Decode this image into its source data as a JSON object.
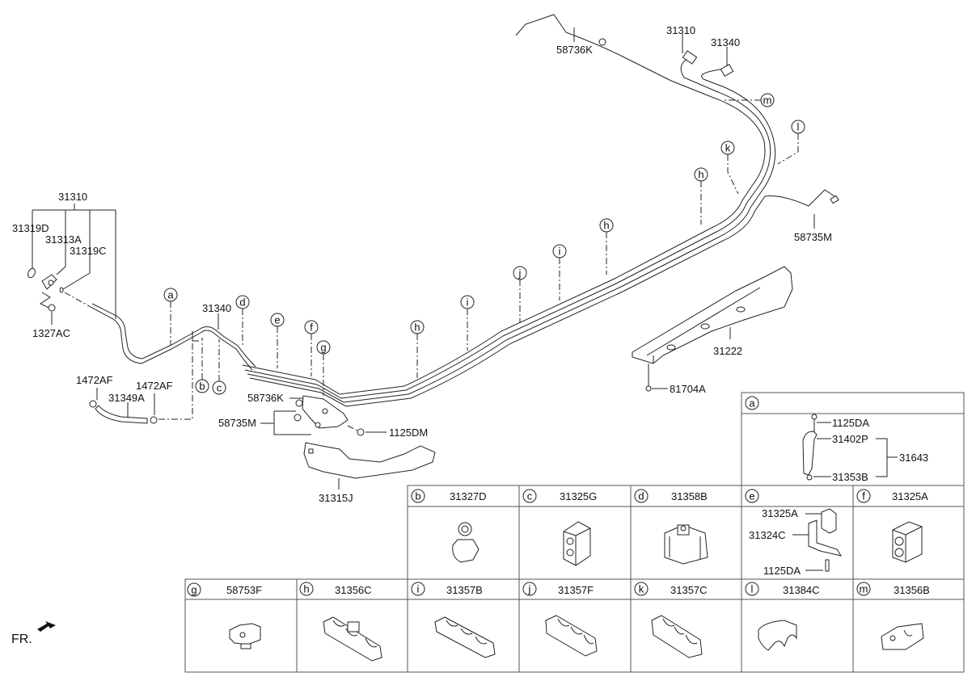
{
  "diagram": {
    "front_indicator": "FR.",
    "callouts": {
      "a": "a",
      "b": "b",
      "c": "c",
      "d": "d",
      "e": "e",
      "f": "f",
      "g": "g",
      "h": "h",
      "i": "i",
      "j": "j",
      "k": "k",
      "l": "l",
      "m": "m"
    },
    "parts": {
      "p31310_top": "31310",
      "p31340_top": "31340",
      "p58736K_top": "58736K",
      "p58735M_right": "58735M",
      "p31222": "31222",
      "p81704A": "81704A",
      "p31310_left": "31310",
      "p31319D": "31319D",
      "p31313A": "31313A",
      "p31319C": "31319C",
      "p1327AC": "1327AC",
      "p31340_mid": "31340",
      "p1472AF_1": "1472AF",
      "p1472AF_2": "1472AF",
      "p31349A": "31349A",
      "p58736K_mid": "58736K",
      "p58735M_mid": "58735M",
      "p1125DM": "1125DM",
      "p31315J": "31315J"
    }
  },
  "detail_a": {
    "callout": "a",
    "parts": [
      "1125DA",
      "31402P",
      "31353B"
    ],
    "assembly": "31643"
  },
  "detail_table": {
    "row1": [
      {
        "callout": "b",
        "part": "31327D"
      },
      {
        "callout": "c",
        "part": "31325G"
      },
      {
        "callout": "d",
        "part": "31358B"
      },
      {
        "callout": "e",
        "part": "",
        "sub_parts": [
          "31325A",
          "31324C",
          "1125DA"
        ]
      },
      {
        "callout": "f",
        "part": "31325A"
      }
    ],
    "row2": [
      {
        "callout": "g",
        "part": "58753F"
      },
      {
        "callout": "h",
        "part": "31356C"
      },
      {
        "callout": "i",
        "part": "31357B"
      },
      {
        "callout": "j",
        "part": "31357F"
      },
      {
        "callout": "k",
        "part": "31357C"
      },
      {
        "callout": "l",
        "part": "31384C"
      },
      {
        "callout": "m",
        "part": "31356B"
      }
    ]
  },
  "colors": {
    "line": "#222222",
    "grid": "#555555",
    "background": "#ffffff"
  }
}
